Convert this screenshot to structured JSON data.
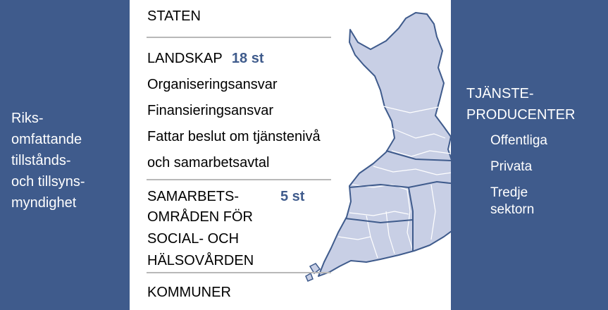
{
  "left_panel": {
    "lines": [
      "Riks-",
      "omfattande",
      "tillstånds-",
      "och tillsyns-",
      "myndighet"
    ]
  },
  "middle": {
    "state": "STATEN",
    "landskap": {
      "label": "LANDSKAP",
      "count": "18 st"
    },
    "duties": [
      "Organiseringsansvar",
      "Finansieringsansvar",
      "Fattar beslut om tjänstenivå",
      "och samarbetsavtal"
    ],
    "cooperation": {
      "lines": [
        "SAMARBETS-",
        "OMRÅDEN FÖR",
        "SOCIAL- OCH",
        "HÄLSOVÅRDEN"
      ],
      "count": "5 st"
    },
    "municipalities": "KOMMUNER"
  },
  "right_panel": {
    "heading": [
      "TJÄNSTE-",
      "PRODUCENTER"
    ],
    "items": [
      {
        "lines": [
          "Offentliga"
        ]
      },
      {
        "lines": [
          "Privata"
        ]
      },
      {
        "lines": [
          "Tredje",
          "sektorn"
        ]
      }
    ]
  },
  "colors": {
    "panel": "#3f5b8c",
    "map_fill": "#c8cfe5",
    "map_stroke": "#3f5b8c",
    "rule": "#b8b8b8"
  }
}
